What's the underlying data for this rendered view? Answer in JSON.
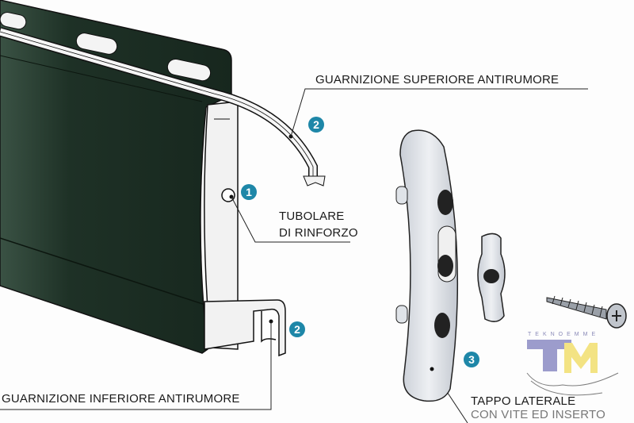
{
  "labels": {
    "upper_gasket": "GUARNIZIONE SUPERIORE ANTIRUMORE",
    "tube_line1": "TUBOLARE",
    "tube_line2": "DI RINFORZO",
    "lower_gasket": "GUARNIZIONE INFERIORE ANTIRUMORE",
    "cap_line1": "TAPPO LATERALE",
    "cap_line2": "CON VITE ED INSERTO"
  },
  "badges": {
    "upper_gasket": "2",
    "tube": "1",
    "lower_gasket": "2",
    "cap": "3"
  },
  "logo": {
    "brand": "TEKNOEMME",
    "letters": "TM"
  },
  "colors": {
    "panel": "#1f3327",
    "badge": "#1e87a8",
    "cap": "#dfe3e8",
    "logo_t": "#8c8cc4",
    "logo_m": "#f2df6e"
  }
}
